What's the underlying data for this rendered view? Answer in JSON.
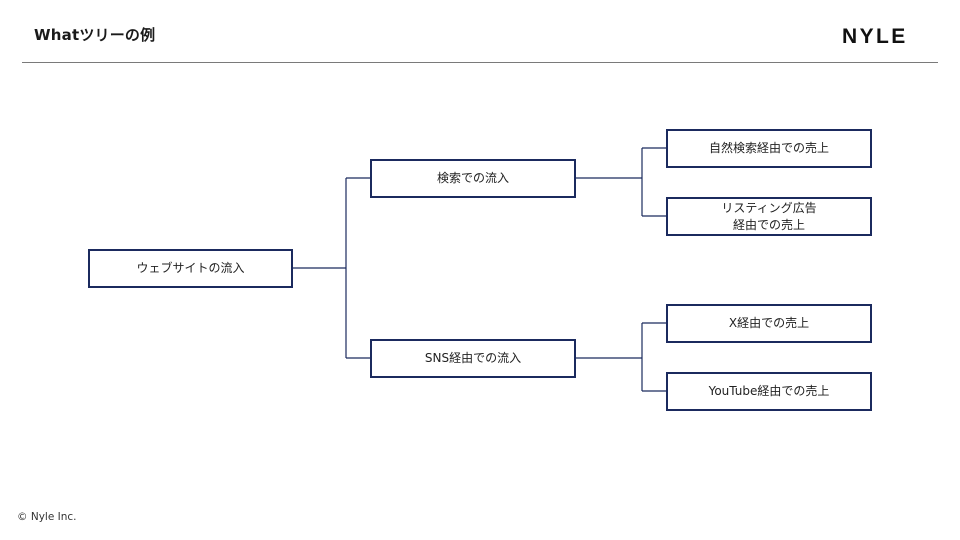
{
  "header": {
    "title": "Whatツリーの例",
    "logo_text": "NYLE"
  },
  "tree": {
    "root": "ウェブサイトの流入",
    "branches": [
      {
        "label": "検索での流入",
        "leaves": [
          "自然検索経由での売上",
          "リスティング広告\n経由での売上"
        ]
      },
      {
        "label": "SNS経由での流入",
        "leaves": [
          "X経由での売上",
          "YouTube経由での売上"
        ]
      }
    ]
  },
  "colors": {
    "box_border": "#1b2a5e",
    "connector": "#1b2a5e",
    "divider": "#7a7a7a"
  },
  "footer": {
    "copyright": "© Nyle Inc."
  }
}
